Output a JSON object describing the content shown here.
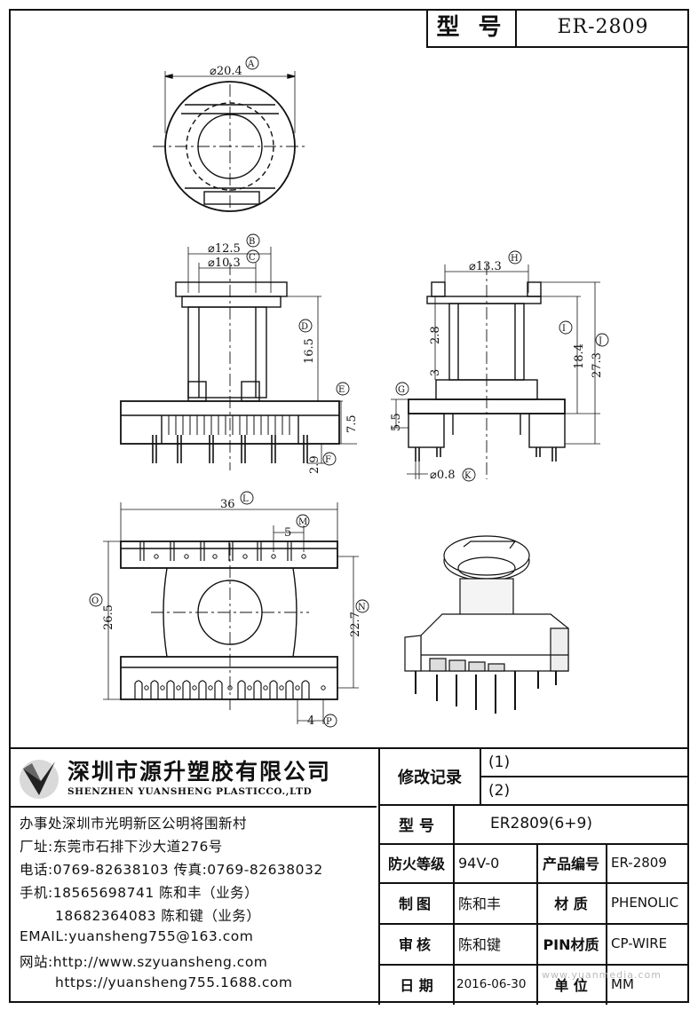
{
  "header": {
    "model_label": "型 号",
    "model_value": "ER-2809"
  },
  "drawing": {
    "top_view": {
      "dia_label": "⌀20.4",
      "ref": "A"
    },
    "front_view": {
      "dia_outer": "⌀12.5",
      "ref_outer": "B",
      "dia_inner": "⌀10.3",
      "ref_inner": "C",
      "height_winding": "16.5",
      "ref_winding": "D",
      "height_base": "7.5",
      "ref_base": "E",
      "pin_len": "2.9",
      "ref_pin": "F"
    },
    "side_view": {
      "dia": "⌀13.3",
      "ref_dia": "H",
      "h_top": "2.8",
      "h_low": "3",
      "h_mid": "18.4",
      "ref_mid": "I",
      "h_total": "27.3",
      "ref_total": "J",
      "h_base": "5.5",
      "ref_base": "G",
      "pin_dia": "⌀0.8",
      "ref_pin": "K"
    },
    "bottom_view": {
      "width": "36",
      "ref_width": "L",
      "pitch": "5",
      "ref_pitch": "M",
      "depth_outer": "26.5",
      "ref_outer": "O",
      "depth_inner": "22.7",
      "ref_inner": "N",
      "pin_offset": "4",
      "ref_pin": "P"
    }
  },
  "company": {
    "name_cn": "深圳市源升塑胶有限公司",
    "name_en": "SHENZHEN YUANSHENG PLASTICCO.,LTD",
    "office": "办事处深圳市光明新区公明将围新村",
    "factory": "厂址:东莞市石排下沙大道276号",
    "phone": "电话:0769-82638103 传真:0769-82638032",
    "mobile1": "手机:18565698741 陈和丰（业务）",
    "mobile2": "18682364083 陈和键（业务）",
    "email": "EMAIL:yuansheng755@163.com",
    "web1": "网站:http://www.szyuansheng.com",
    "web2": "https://yuansheng755.1688.com"
  },
  "table": {
    "revision_label": "修改记录",
    "rev1": "(1)",
    "rev2": "(2)",
    "model_label": "型 号",
    "model_value": "ER2809(6+9)",
    "fire_label": "防火等级",
    "fire_value": "94V-0",
    "product_no_label": "产品编号",
    "product_no_value": "ER-2809",
    "drawn_label": "制图",
    "drawn_value": "陈和丰",
    "material_label": "材 质",
    "material_value": "PHENOLIC",
    "check_label": "审核",
    "check_value": "陈和键",
    "pin_material_label": "PIN材质",
    "pin_material_value": "CP-WIRE",
    "date_label": "日 期",
    "date_value": "2016-06-30",
    "unit_label": "单 位",
    "unit_value": "MM"
  },
  "watermark": "www.yuanmedia.com"
}
